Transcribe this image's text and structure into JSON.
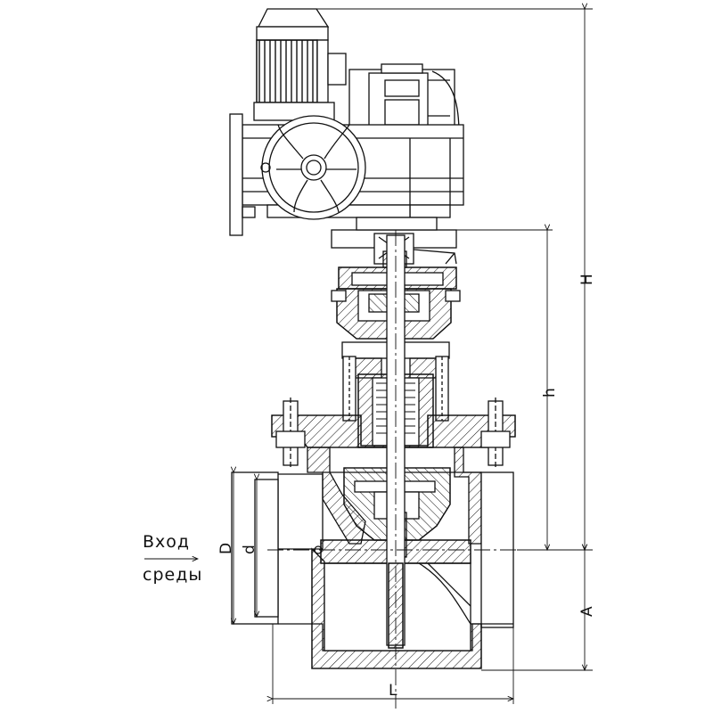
{
  "inlet": {
    "line1": "Вход",
    "line2": "среды"
  },
  "dimensions": {
    "H": "H",
    "h": "h",
    "D": "D",
    "d": "d",
    "A": "A",
    "L": "L"
  },
  "colors": {
    "line": "#111111",
    "paper": "#ffffff"
  }
}
